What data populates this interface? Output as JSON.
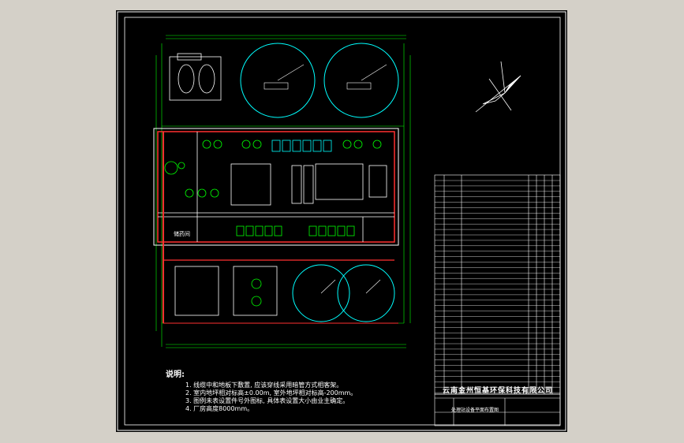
{
  "notes": {
    "title": "说明:",
    "lines": [
      "1. 线缆中和地板下敷置, 应该穿线采用暗管方式相客架。",
      "2. 室内地坪相对标高±0.00m, 室外地坪相对标高-200mm。",
      "3. 图例未表设置件号外图标, 具体表设置大小由业主确定。",
      "4. 厂房高度8000mm。"
    ]
  },
  "title_block": {
    "company": "云南金州恒基环保科技有限公司",
    "drawing_name": "处理站设备平面布置图"
  },
  "rooms": {
    "left_room": "储药间"
  },
  "colors": {
    "background": "#000000",
    "outer_bg": "#d4d0c8",
    "wall": "#ff3030",
    "structure": "#ffffff",
    "grid": "#00ff00",
    "tank": "#00ffff",
    "table": "#ffffff"
  },
  "icons": {
    "north_arrow": "north-arrow-icon"
  }
}
